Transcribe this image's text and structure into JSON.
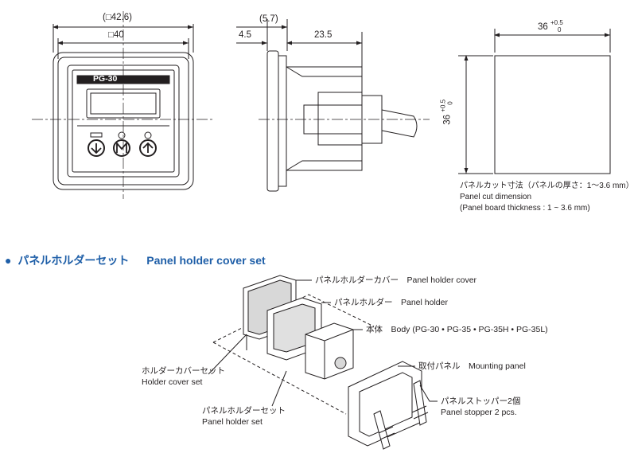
{
  "front_view": {
    "dim_outer": "(□42.6)",
    "dim_inner": "□40",
    "brand": "PG-30",
    "button_icons": [
      "down-arrow-icon",
      "mode-m-icon",
      "up-arrow-icon"
    ]
  },
  "side_view": {
    "dim_total": "(5.7)",
    "dim_front": "4.5",
    "dim_body": "23.5"
  },
  "panel_cut": {
    "dim_width": "36",
    "dim_width_tol_upper": "+0.5",
    "dim_width_tol_lower": "0",
    "dim_height": "36",
    "dim_height_tol_upper": "+0.5",
    "dim_height_tol_lower": "0",
    "caption_jp": "パネルカット寸法（パネルの厚さ：1〜3.6 mm）",
    "caption_en": "Panel cut dimension",
    "caption_en2": "(Panel board thickness : 1 ~ 3.6 mm)"
  },
  "section": {
    "bullet": "●",
    "title_jp": "パネルホルダーセット",
    "title_en": "Panel holder cover set"
  },
  "labels": {
    "holder_cover": "パネルホルダーカバー　Panel holder cover",
    "holder": "パネルホルダー　Panel holder",
    "body": "本体　Body (PG-30 • PG-35 • PG-35H • PG-35L)",
    "mounting_panel": "取付パネル　Mounting panel",
    "stopper_jp": "パネルストッパー2個",
    "stopper_en": "Panel stopper 2 pcs.",
    "cover_set_jp": "ホルダーカバーセット",
    "cover_set_en": "Holder cover set",
    "holder_set_jp": "パネルホルダーセット",
    "holder_set_en": "Panel holder set"
  },
  "colors": {
    "line": "#231f20",
    "title_blue": "#1f5fa8"
  }
}
